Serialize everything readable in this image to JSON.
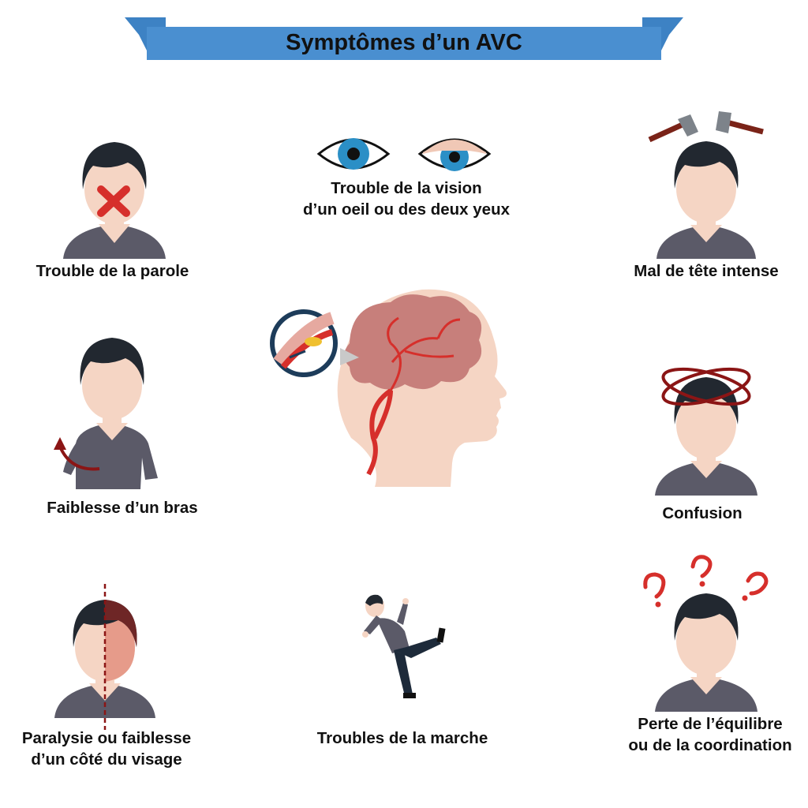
{
  "title": "Symptômes d’un AVC",
  "colors": {
    "banner": "#4a8fd0",
    "banner_dark": "#2f6aa5",
    "skin": "#f5d5c4",
    "hair": "#222830",
    "shirt": "#5b5a68",
    "red": "#d62f2b",
    "dark_red": "#8b1515",
    "brain": "#c77f7b",
    "iris": "#2b8fc6"
  },
  "symptoms": {
    "speech": {
      "label": "Trouble de la parole",
      "icon": "crossed-mouth-icon"
    },
    "vision": {
      "line1": "Trouble de la vision",
      "line2": "d’un oeil ou des deux yeux",
      "icon": "eyes-icon"
    },
    "headache": {
      "label": "Mal de tête intense",
      "icon": "hammers-icon"
    },
    "arm": {
      "label": "Faiblesse d’un bras",
      "icon": "arm-arrow-icon"
    },
    "confusion": {
      "label": "Confusion",
      "icon": "spinning-rings-icon"
    },
    "face": {
      "line1": "Paralysie ou faiblesse",
      "line2": "d’un côté du visage",
      "icon": "split-face-icon"
    },
    "walking": {
      "label": "Troubles de la marche",
      "icon": "falling-man-icon"
    },
    "balance": {
      "line1": "Perte de l’équilibre",
      "line2": "ou de la coordination",
      "icon": "question-marks-icon"
    }
  },
  "center": {
    "icon": "brain-artery-icon"
  }
}
